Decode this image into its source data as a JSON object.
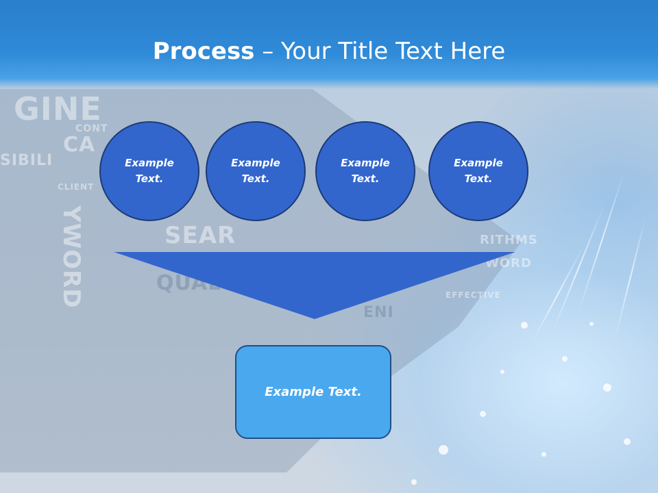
{
  "slide": {
    "title_bold": "Process",
    "title_rest": " – Your Title Text Here"
  },
  "process": {
    "items": [
      {
        "label": "Example Text."
      },
      {
        "label": "Example Text."
      },
      {
        "label": "Example Text."
      },
      {
        "label": "Example Text."
      }
    ],
    "result": "Example Text."
  },
  "colors": {
    "header": "#2f8ad8",
    "circle_fill": "#3366cc",
    "circle_border": "#1c3a78",
    "funnel_fill": "#3366cc",
    "result_fill": "#4aa8ee",
    "result_border": "#1f4f86",
    "text": "#ffffff"
  }
}
